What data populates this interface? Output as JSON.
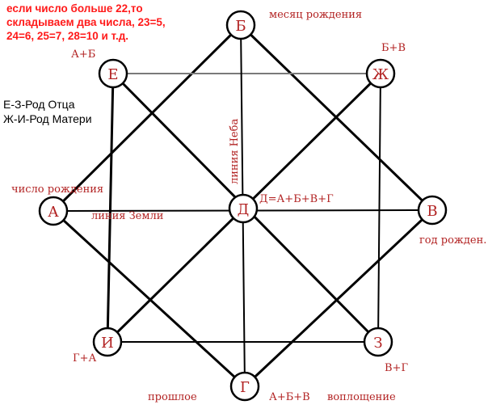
{
  "note": {
    "line1": "если число больше 22,то",
    "line2": "складываем два числа, 23=5,",
    "line3": "24=6, 25=7, 28=10 и т.д."
  },
  "legend": {
    "line1": "Е-З-Род Отца",
    "line2": "Ж-И-Род Матери"
  },
  "nodes": {
    "a": "А",
    "b": "Б",
    "v": "В",
    "g": "Г",
    "d": "Д",
    "e": "Е",
    "zh": "Ж",
    "z": "З",
    "i": "И"
  },
  "labels": {
    "birth_month": "месяц рождения",
    "birth_day": "число рождения",
    "birth_year": "год рожден.",
    "a_plus_b": "А+Б",
    "b_plus_v": "Б+В",
    "v_plus_g": "В+Г",
    "g_plus_a": "Г+А",
    "d_formula": "Д=А+Б+В+Г",
    "sky_line": "линия Неба",
    "earth_line": "линия Земли",
    "past": "прошлое",
    "embodiment": "воплощение",
    "g_formula": "А+Б+В"
  }
}
